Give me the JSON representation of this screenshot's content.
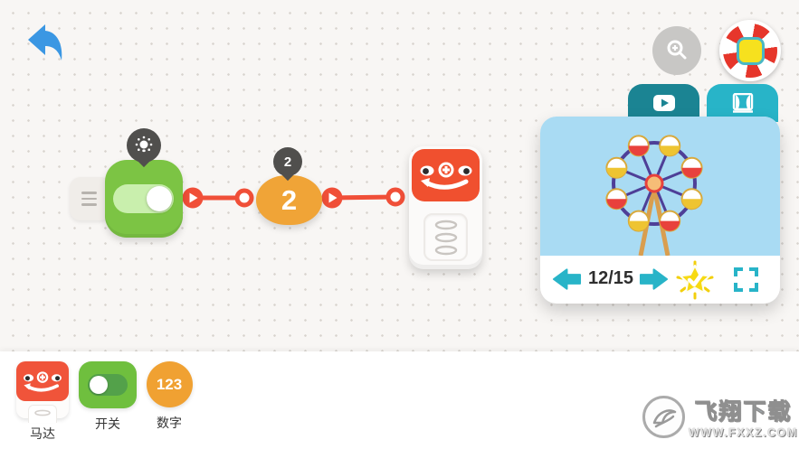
{
  "header": {
    "back_button": "back",
    "zoom_button": "zoom-in",
    "app_logo": "candy-swirl-logo"
  },
  "preview": {
    "tabs": [
      {
        "id": "video",
        "icon": "video-play-icon"
      },
      {
        "id": "stage",
        "icon": "stage-curtain-icon"
      }
    ],
    "image": "ferris-wheel",
    "page_indicator": "12/15",
    "controls": {
      "prev": "previous-page",
      "next": "next-page",
      "star": "star-check",
      "fullscreen": "fullscreen"
    }
  },
  "canvas": {
    "menu_tab": "drag-handle",
    "switch_node": {
      "type": "switch",
      "state": "on",
      "tooltip_icon": "light-bulb"
    },
    "number_node": {
      "type": "number",
      "value": "2",
      "badge": "2"
    },
    "motor_node": {
      "type": "motor"
    },
    "connections": [
      {
        "from": "switch",
        "to": "number"
      },
      {
        "from": "number",
        "to": "motor"
      }
    ]
  },
  "palette": {
    "items": [
      {
        "id": "motor",
        "label": "马达"
      },
      {
        "id": "switch",
        "label": "开关",
        "state": "off"
      },
      {
        "id": "number",
        "label": "数字",
        "text": "123"
      }
    ]
  },
  "watermark": {
    "title": "飞翔下载",
    "url": "WWW.FXXZ.COM"
  },
  "colors": {
    "accent_teal": "#28b4c8",
    "dark_teal": "#1b8493",
    "node_green": "#7cc444",
    "node_orange": "#f0a437",
    "node_red": "#f0502f",
    "connector_red": "#f04f38",
    "tooltip_gray": "#504f4d",
    "panel_blue": "#a9dbf3",
    "back_blue": "#3b97e3"
  }
}
